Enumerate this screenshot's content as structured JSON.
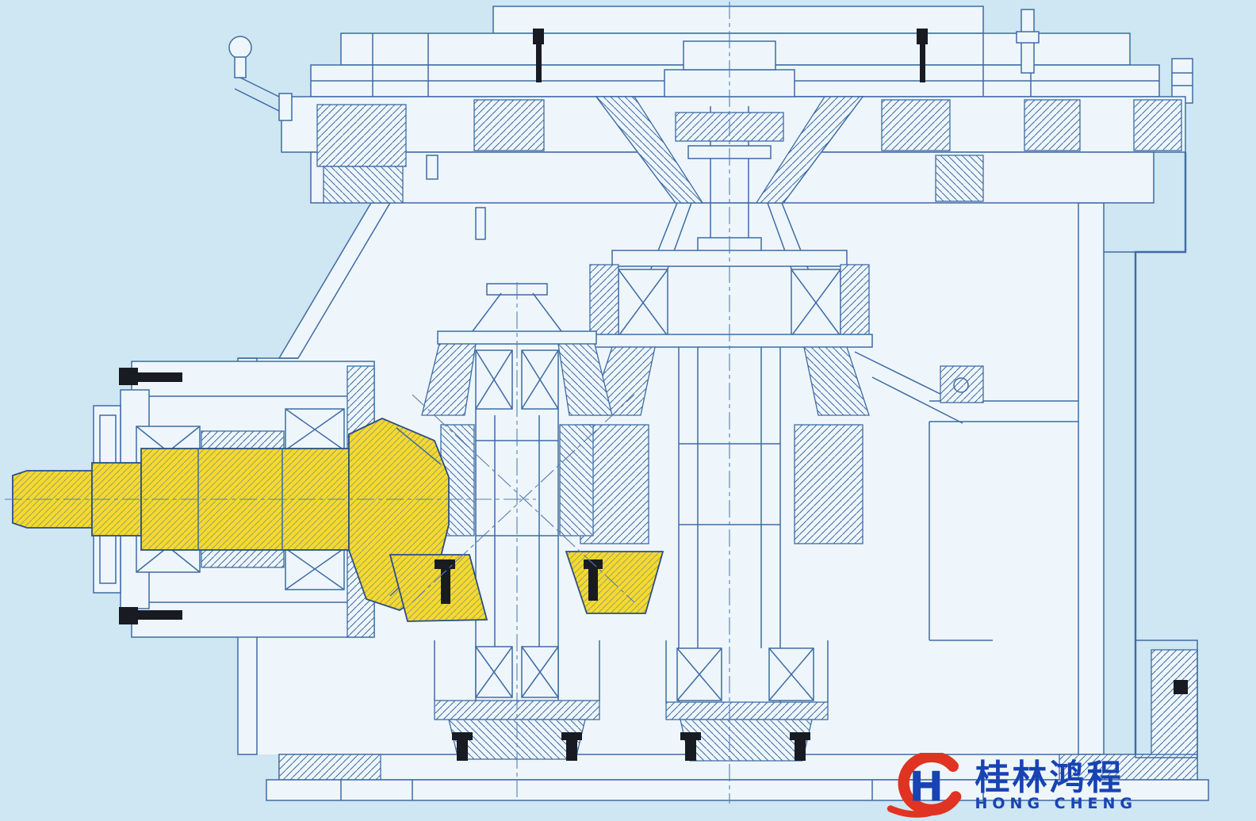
{
  "colors": {
    "bg": "#cfe6f3",
    "paper": "#eef6fb",
    "line": "#3e6ba4",
    "line-dark": "#2c4f85",
    "centerline": "#5a7db0",
    "highlight": "#f6d92e",
    "dark": "#181c22",
    "logo-red": "#e03322",
    "logo-blue": "#1743b3"
  },
  "diagram": {
    "kind": "engineering-cross-section-drawing",
    "highlighted_component": "bevel-pinion-input-shaft-and-bevel-ring-gear"
  },
  "logo": {
    "monogram": "H",
    "brand_chinese": "桂林鸿程",
    "brand_english": "HONG CHENG"
  }
}
